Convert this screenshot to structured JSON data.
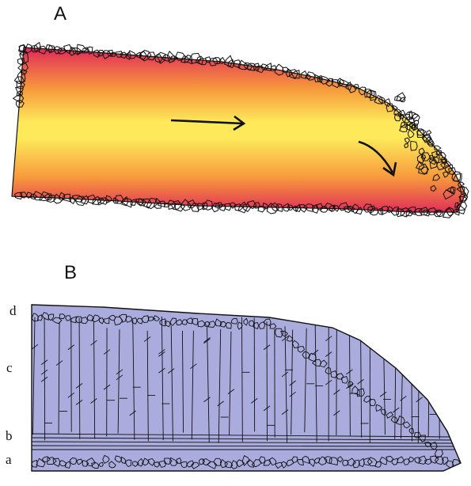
{
  "panels": [
    {
      "label": "A"
    },
    {
      "label": "B"
    }
  ],
  "layer_labels": [
    "d",
    "c",
    "b",
    "a"
  ],
  "colors": {
    "flow_edge": "#e0285a",
    "flow_core": "#fde95a",
    "flow_mid": "#f79a3c",
    "cooled_flow": "#a9acdd",
    "ink": "#111111"
  },
  "icons": [
    "flow-arrow-icon",
    "curved-flow-arrow-icon"
  ]
}
